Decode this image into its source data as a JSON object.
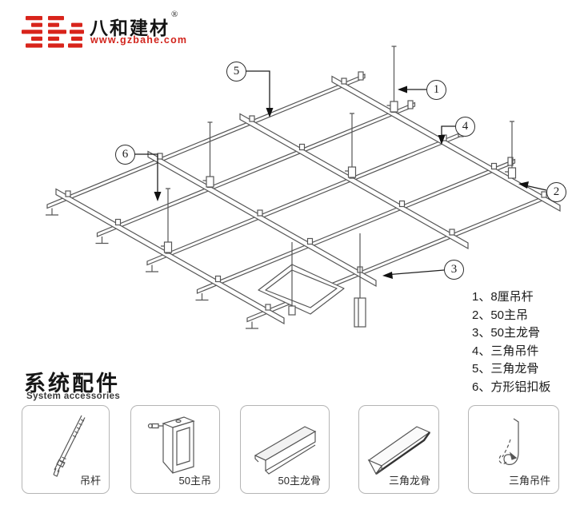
{
  "brand": {
    "name": "八和建材",
    "reg": "®",
    "url": "www.gzbahe.com"
  },
  "diagram": {
    "callouts": [
      {
        "num": "1",
        "label": "8厘吊杆"
      },
      {
        "num": "2",
        "label": "50主吊"
      },
      {
        "num": "3",
        "label": "50主龙骨"
      },
      {
        "num": "4",
        "label": "三角吊件"
      },
      {
        "num": "5",
        "label": "三角龙骨"
      },
      {
        "num": "6",
        "label": "方形铝扣板"
      }
    ]
  },
  "legend": {
    "items": [
      "1、8厘吊杆",
      "2、50主吊",
      "3、50主龙骨",
      "4、三角吊件",
      "5、三角龙骨",
      "6、方形铝扣板"
    ]
  },
  "section": {
    "title": "系统配件",
    "subtitle": "System accessories"
  },
  "accessories": {
    "items": [
      {
        "label": "吊杆"
      },
      {
        "label": "50主吊"
      },
      {
        "label": "50主龙骨"
      },
      {
        "label": "三角龙骨"
      },
      {
        "label": "三角吊件"
      }
    ]
  },
  "colors": {
    "brand_red": "#d8241b",
    "line_gray": "#565656",
    "text_dark": "#1b1b1b"
  }
}
